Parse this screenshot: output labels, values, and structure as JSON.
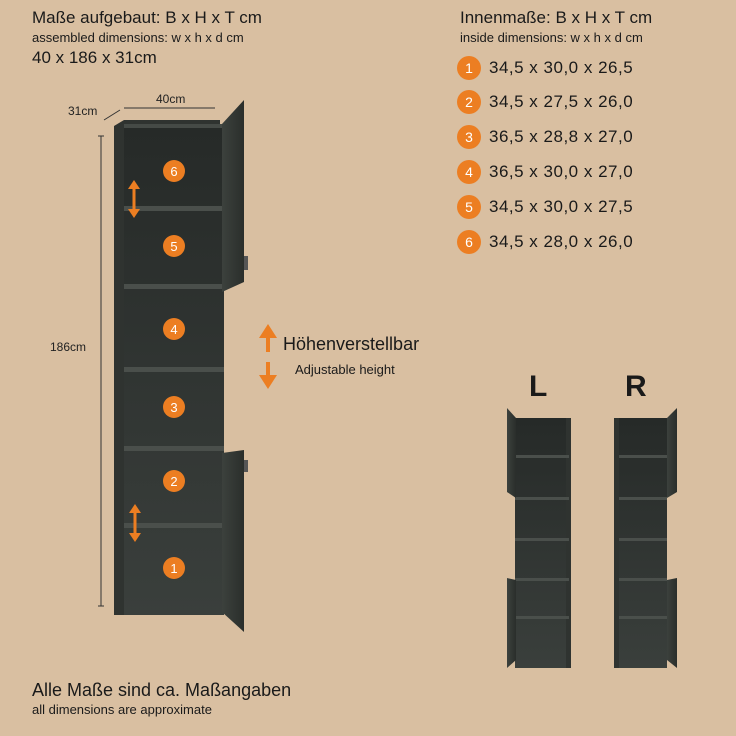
{
  "assembled": {
    "title_de": "Maße aufgebaut: B x H x T cm",
    "title_en": "assembled dimensions: w x h x d cm",
    "value": "40 x 186 x 31cm"
  },
  "inside": {
    "title_de": "Innenmaße: B x H x T cm",
    "title_en": "inside dimensions: w x h x d cm",
    "items": [
      {
        "num": "1",
        "dims": "34,5 x 30,0 x 26,5"
      },
      {
        "num": "2",
        "dims": "34,5 x 27,5 x 26,0"
      },
      {
        "num": "3",
        "dims": "36,5 x 28,8 x 27,0"
      },
      {
        "num": "4",
        "dims": "36,5 x 30,0 x 27,0"
      },
      {
        "num": "5",
        "dims": "34,5 x 30,0 x 27,5"
      },
      {
        "num": "6",
        "dims": "34,5 x 28,0 x 26,0"
      }
    ]
  },
  "dimension_labels": {
    "width": "40cm",
    "depth": "31cm",
    "height": "186cm"
  },
  "compartments": [
    "6",
    "5",
    "4",
    "3",
    "2",
    "1"
  ],
  "adjustable": {
    "label_de": "Höhenverstellbar",
    "label_en": "Adjustable height"
  },
  "variants": {
    "left": "L",
    "right": "R"
  },
  "footer": {
    "note_de": "Alle Maße sind ca. Maßangaben",
    "note_en": "all dimensions are approximate"
  },
  "colors": {
    "background": "#d9bfa1",
    "accent": "#ec7e22",
    "cabinet": "#2f3330"
  }
}
